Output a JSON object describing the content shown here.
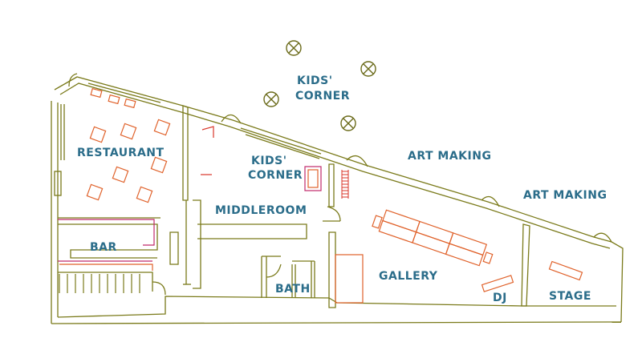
{
  "colors": {
    "wall": "#7a7a1a",
    "furniture": "#e0622b",
    "furniture_accent": "#c0296b",
    "label": "#2b6d8a",
    "fixture": "#6b6b1a"
  },
  "icons": [
    "light-fixture-icon"
  ],
  "rooms": {
    "restaurant": "RESTAURANT",
    "bar": "BAR",
    "middleroom": "MIDDLEROOM",
    "kids_corner_inside_1": "KIDS'",
    "kids_corner_inside_2": "CORNER",
    "kids_corner_outside_1": "KIDS'",
    "kids_corner_outside_2": "CORNER",
    "art_making_1": "ART MAKING",
    "art_making_2": "ART MAKING",
    "bath": "BATH",
    "gallery": "GALLERY",
    "dj": "DJ",
    "stage": "STAGE"
  }
}
